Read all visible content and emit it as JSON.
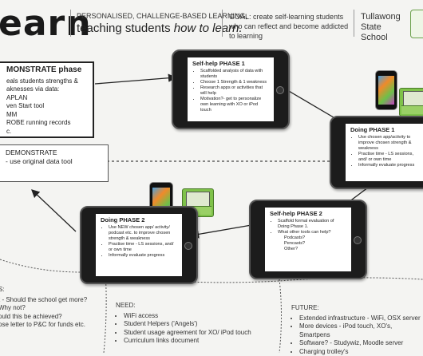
{
  "header": {
    "logo": "earn",
    "tagline_top": "PERSONALISED, CHALLENGE-BASED LEARNING,",
    "tagline_main": "teaching students ",
    "tagline_emph": "how to learn.",
    "goal": "GOAL: create self-learning students who can reflect and become addicted to learning",
    "school": "Tullawong State School"
  },
  "demonstrate": {
    "title": "MONSTRATE phase",
    "lines": [
      "eals students strengths &",
      "aknesses via data:",
      "APLAN",
      "ven Start tool",
      "MM",
      "ROBE running records",
      "c."
    ]
  },
  "demonstrate2": {
    "lines": [
      "DEMONSTRATE",
      "- use original data tool"
    ]
  },
  "selfhelp1": {
    "title": "Self-help PHASE 1",
    "items": [
      "Scaffolded analysis of data with students",
      "Choose 1 Strength & 1 weakness",
      "Research apps or activities that will help",
      "Motivation?- get to personalize own learning with XO or iPod touch"
    ]
  },
  "doing1": {
    "title": "Doing PHASE 1",
    "items": [
      "Use chosen app/activity to improve chosen strength & weakness",
      "Practise time - LS sessions, and/ or own time",
      "Informally evaluate progress"
    ]
  },
  "selfhelp2": {
    "title": "Self-help PHASE 2",
    "items": [
      "Scaffold formal evaluation of Doing Phase 1.",
      "What other tools can help?"
    ],
    "subitems": [
      "Podcasts?",
      "Pencasts?",
      "Other?"
    ]
  },
  "doing2": {
    "title": "Doing PHASE 2",
    "items": [
      "Use NEW chosen app/ activity/ podcast etc. to improve chosen strength & weakness",
      "Practise time - LS sessions, and/ or own time",
      "Informally evaluate progress"
    ]
  },
  "bottom_left": {
    "heading": "S:",
    "lines": [
      "t - Should the school get more?",
      "Why not?",
      "ould this be achieved?",
      "ose letter to P&C for funds etc."
    ]
  },
  "need": {
    "heading": "NEED:",
    "items": [
      "WiFi access",
      "Student Helpers ('Angels')",
      "Student usage agreement for XO/ iPod touch",
      "Curriculum links document"
    ]
  },
  "future": {
    "heading": "FUTURE:",
    "items": [
      "Extended infrastructure - WiFi, OSX server",
      "More devices - iPod touch, XO's, Smartpens",
      "Software? - Studywiz, Moodle server",
      "Charging trolley's"
    ]
  },
  "colors": {
    "tablet": "#1c1c1c",
    "xo_green": "#7fc24a",
    "arrow": "#222222"
  }
}
